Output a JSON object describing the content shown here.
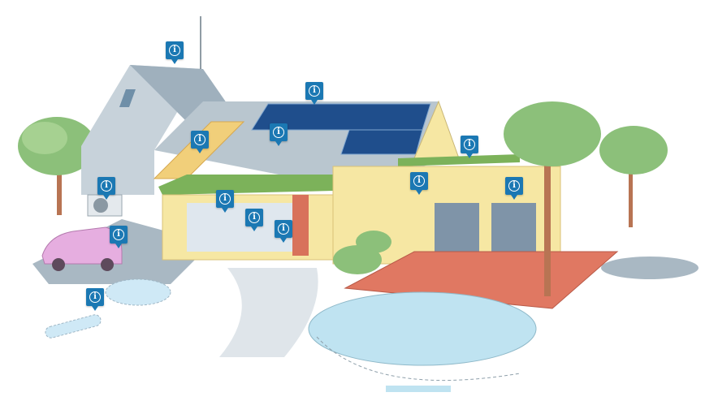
{
  "hotspots": [
    {
      "id": "antenna-roof",
      "glyph": "i"
    },
    {
      "id": "solar-panels",
      "glyph": "i"
    },
    {
      "id": "skylight",
      "glyph": "i"
    },
    {
      "id": "roof-window",
      "glyph": "i"
    },
    {
      "id": "green-roof",
      "glyph": "i"
    },
    {
      "id": "heat-pump",
      "glyph": "i"
    },
    {
      "id": "interior-wall",
      "glyph": "i"
    },
    {
      "id": "electric-car-charger",
      "glyph": "i"
    },
    {
      "id": "interior-heating",
      "glyph": "i"
    },
    {
      "id": "insulation",
      "glyph": "i"
    },
    {
      "id": "ventilation",
      "glyph": "i"
    },
    {
      "id": "shutters",
      "glyph": "i"
    },
    {
      "id": "rainwater-tank",
      "glyph": "i"
    }
  ],
  "colors": {
    "hotspot": "#1b78b3",
    "roof": "#b9c6cf",
    "wall": "#f6e7a3",
    "deck": "#e07862",
    "water": "#bfe3f1",
    "tree": "#8cc07a",
    "car": "#e6aee0"
  }
}
